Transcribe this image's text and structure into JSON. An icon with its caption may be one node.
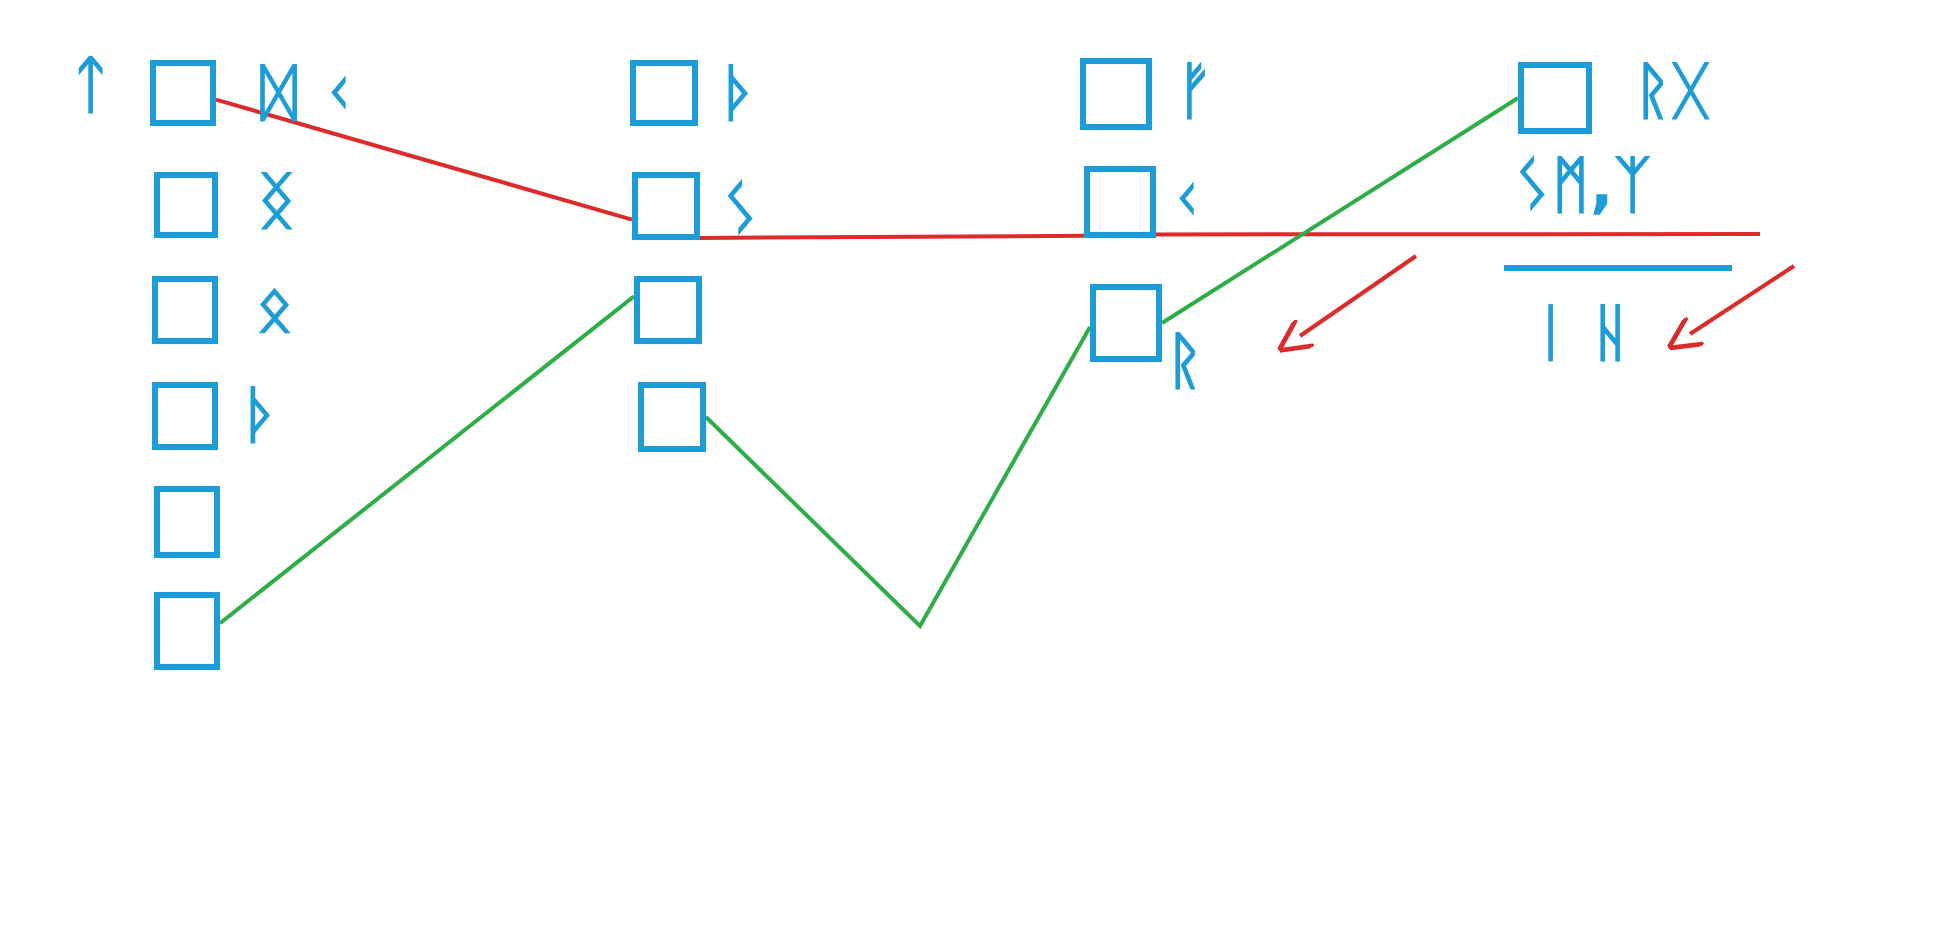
{
  "diagram": {
    "nodes": [
      {
        "text": [],
        "shape": "box",
        "beside": [
          "ᛞ ᚲ"
        ]
      },
      {
        "text": [],
        "shape": "box",
        "beside": [
          "ᛝ"
        ]
      },
      {
        "text": [],
        "shape": "box",
        "beside": [
          "ᛟ"
        ]
      },
      {
        "text": [],
        "shape": "box",
        "beside": [
          "ᚦ"
        ]
      },
      {
        "text": [],
        "shape": "box"
      },
      {
        "text": [],
        "shape": "box"
      },
      {
        "text": [],
        "shape": "box",
        "beside": [
          "ᚦ"
        ]
      },
      {
        "text": [],
        "shape": "box",
        "beside": [
          "ᛊ"
        ]
      },
      {
        "text": [],
        "shape": "box"
      },
      {
        "text": [],
        "shape": "box"
      },
      {
        "text": [],
        "shape": "box",
        "beside": [
          "ᚠ"
        ]
      },
      {
        "text": [],
        "shape": "box",
        "beside": [
          "ᚲ"
        ]
      },
      {
        "text": [],
        "shape": "box",
        "beside": [
          "ᚱ"
        ]
      },
      {
        "text": [],
        "shape": "box",
        "beside": [
          "ᚱᚷ"
        ]
      }
    ],
    "edges": [
      {
        "from": 0,
        "to": 7,
        "arrow": "none",
        "color": "#dd2a2a"
      },
      {
        "from": 7,
        "to": 11,
        "arrow": "none",
        "color": "#dd2a2a"
      },
      {
        "from": 11,
        "to": null,
        "arrow": "none",
        "color": "#dd2a2a"
      },
      {
        "from": 5,
        "to": 8,
        "arrow": "none",
        "color": "#2fae47"
      },
      {
        "from": 9,
        "to": 12,
        "arrow": "none",
        "color": "#2fae47"
      },
      {
        "from": 12,
        "to": 13,
        "arrow": "none",
        "color": "#2fae47"
      }
    ],
    "labels": [
      "ᛏ",
      "ᛊᛗ,ᛉ",
      "ᛁ ᚺ"
    ]
  }
}
